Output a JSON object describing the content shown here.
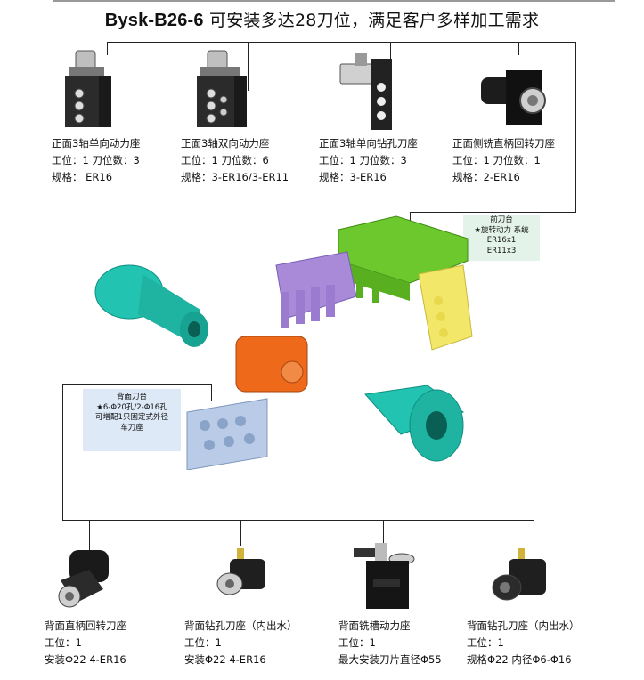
{
  "title": {
    "model": "Bysk-B26-6",
    "text": "可安装多达28刀位，满足客户多样加工需求"
  },
  "top_tools": [
    {
      "name": "正面3轴单向动力座",
      "station": "工位：1  刀位数：3",
      "spec": "规格： ER16"
    },
    {
      "name": "正面3轴双向动力座",
      "station": "工位：1  刀位数：6",
      "spec": "规格：3-ER16/3-ER11"
    },
    {
      "name": "正面3轴单向钻孔刀座",
      "station": "工位：1  刀位数：3",
      "spec": "规格：3-ER16"
    },
    {
      "name": "正面侧铣直柄回转刀座",
      "station": "工位：1  刀位数：1",
      "spec": "规格：2-ER16"
    }
  ],
  "front_note": {
    "title": "前刀台",
    "line1": "★旋转动力 系统",
    "line2": "ER16x1",
    "line3": "ER11x3"
  },
  "back_note": {
    "title": "背面刀台",
    "line1": "★6-Φ20孔/2-Φ16孔",
    "line2": "可增配1只固定式外径",
    "line3": "车刀座"
  },
  "bottom_tools": [
    {
      "name": "背面直柄回转刀座",
      "station": "工位：1",
      "spec": "安装Φ22  4-ER16"
    },
    {
      "name": "背面钻孔刀座（内出水）",
      "station": "工位：1",
      "spec": "安装Φ22  4-ER16"
    },
    {
      "name": "背面铣槽动力座",
      "station": "工位：1",
      "spec": "最大安装刀片直径Φ55"
    },
    {
      "name": "背面钻孔刀座（内出水）",
      "station": "工位：1",
      "spec": "规格Φ22 内径Φ6-Φ16"
    }
  ],
  "colors": {
    "green": "#6cc82c",
    "purple": "#a88ad8",
    "yellow": "#f3e76a",
    "teal": "#22c3b0",
    "orange": "#ee6a1a",
    "lightblue": "#b9cbe6",
    "dark": "#2b2b2b"
  }
}
